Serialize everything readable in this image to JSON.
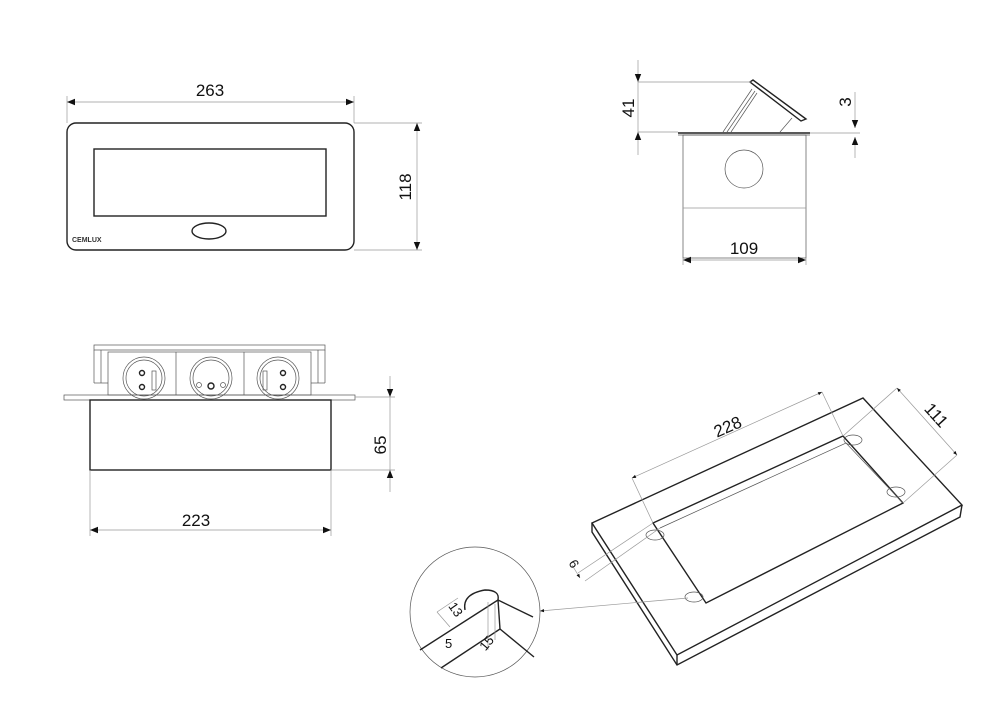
{
  "title": "Pop-up socket box technical drawing",
  "brand_logo": "CEMLUX",
  "views": {
    "front": {
      "width_dim": "263",
      "height_dim": "118"
    },
    "side": {
      "lid_height_dim": "41",
      "flange_dim": "3",
      "depth_dim": "109"
    },
    "elevation": {
      "height_dim": "65",
      "length_dim": "223",
      "socket_count": 3
    },
    "cutout": {
      "length_dim": "228",
      "width_dim": "111",
      "thickness_dim": "6"
    },
    "detail": {
      "dim_a": "13",
      "dim_b": "5",
      "dim_c": "15"
    }
  },
  "colors": {
    "line": "#222222",
    "background": "#ffffff"
  }
}
